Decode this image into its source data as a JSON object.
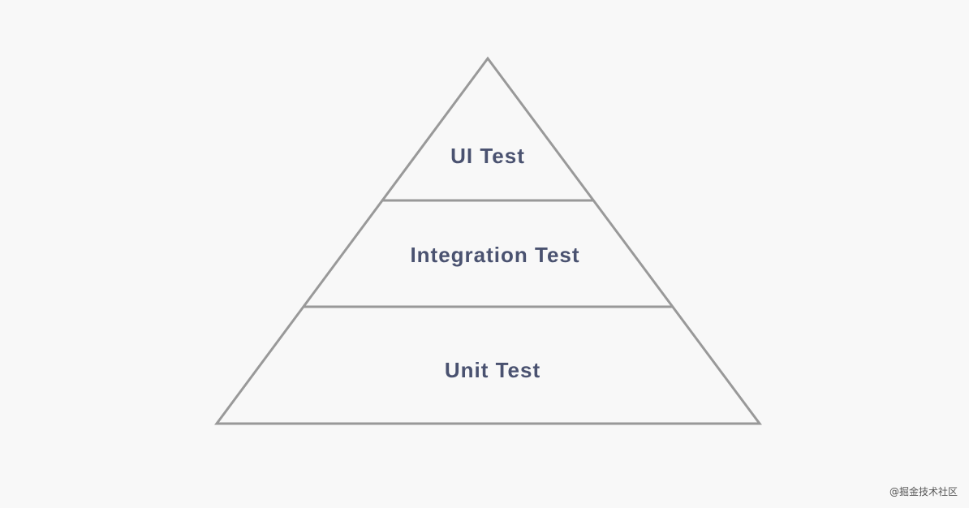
{
  "diagram": {
    "layers": [
      {
        "label": "UI Test"
      },
      {
        "label": "Integration Test"
      },
      {
        "label": "Unit Test"
      }
    ],
    "stroke_color": "#999999",
    "text_color": "#4a5270",
    "background": "#f8f8f8"
  },
  "watermark": "@掘金技术社区"
}
